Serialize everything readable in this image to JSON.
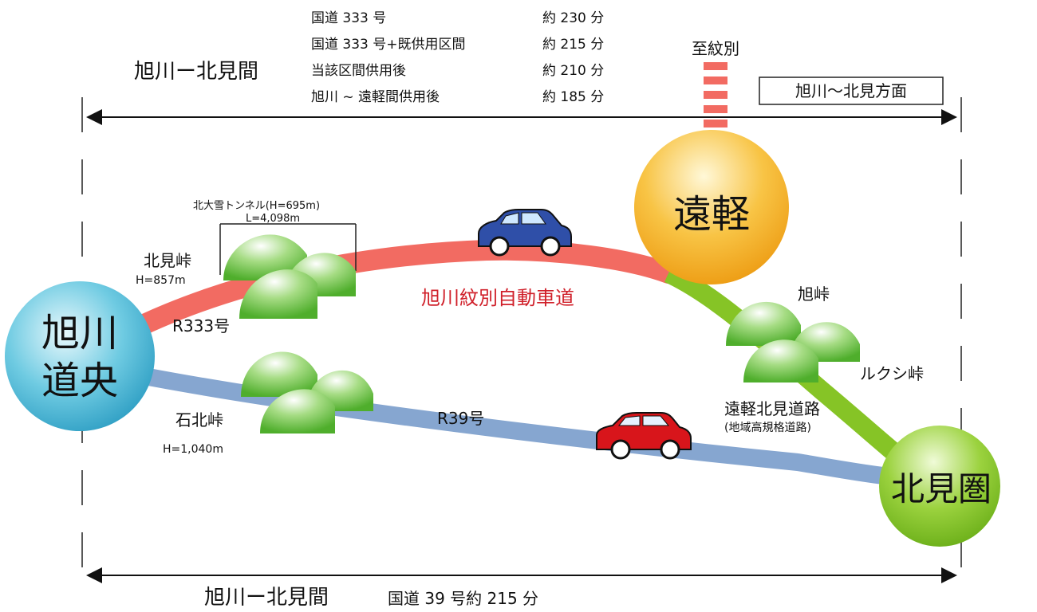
{
  "top_summary": {
    "label": "旭川ー北見間",
    "rows": [
      {
        "route": "国道 333 号",
        "time": "約 230 分"
      },
      {
        "route": "国道 333 号+既供用区間",
        "time": "約 215 分"
      },
      {
        "route": "当該区間供用後",
        "time": "約 210 分"
      },
      {
        "route": "旭川 ~ 遠軽間供用後",
        "time": "約 185 分"
      }
    ]
  },
  "direction_box": "旭川～北見方面",
  "monbetsu_label": "至紋別",
  "cities": {
    "asahikawa_line1": "旭川",
    "asahikawa_line2": "道央",
    "engaru": "遠軽",
    "kitami": "北見圏"
  },
  "passes": {
    "kitami_toge": "北見峠",
    "kitami_toge_height": "H=857m",
    "sekihoku_toge": "石北峠",
    "sekihoku_toge_height": "H=1,040m",
    "asahi_toge": "旭峠",
    "rukushi_toge": "ルクシ峠"
  },
  "tunnel": {
    "name": "北大雪トンネル(H=695m)",
    "length": "L=4,098m"
  },
  "roads": {
    "r333": "R333号",
    "r39": "R39号",
    "expressway": "旭川紋別自動車道",
    "engaru_kitami_road": "遠軽北見道路",
    "engaru_kitami_road_note": "(地域高規格道路)"
  },
  "bottom_summary": {
    "label": "旭川ー北見間",
    "detail": "国道 39 号約 215 分"
  },
  "colors": {
    "expressway": "#f26b62",
    "upper_road_green": "#86c426",
    "lower_road": "#86a6d0",
    "mountain": "#6fc24a",
    "car_blue": "#2f4fa8",
    "car_red": "#d8151b",
    "city_blue": "#4bb7d4",
    "city_orange": "#f5b330",
    "city_green": "#86c933"
  }
}
